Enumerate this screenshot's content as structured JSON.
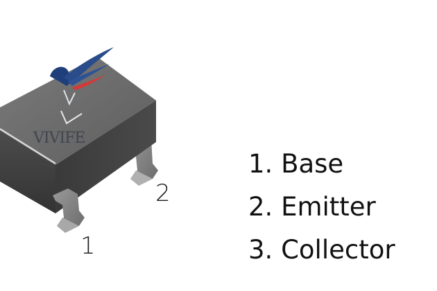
{
  "figure": {
    "component": "SOT-23 transistor package",
    "logo_text": "VIVIFE",
    "pin_labels_on_image": [
      "1",
      "2"
    ],
    "colors": {
      "background": "#ffffff",
      "body_top": "#6a6a6a",
      "body_front": "#3e3e3e",
      "body_side": "#4a4a4a",
      "pin": "#8a8a8a",
      "logo_blue": "#1f3f7a",
      "logo_red": "#d23a3a"
    }
  },
  "legend": {
    "items": [
      {
        "number": "1.",
        "name": "Base",
        "label": "1. Base"
      },
      {
        "number": "2.",
        "name": "Emitter",
        "label": "2. Emitter"
      },
      {
        "number": "3.",
        "name": "Collector",
        "label": "3. Collector"
      }
    ]
  }
}
